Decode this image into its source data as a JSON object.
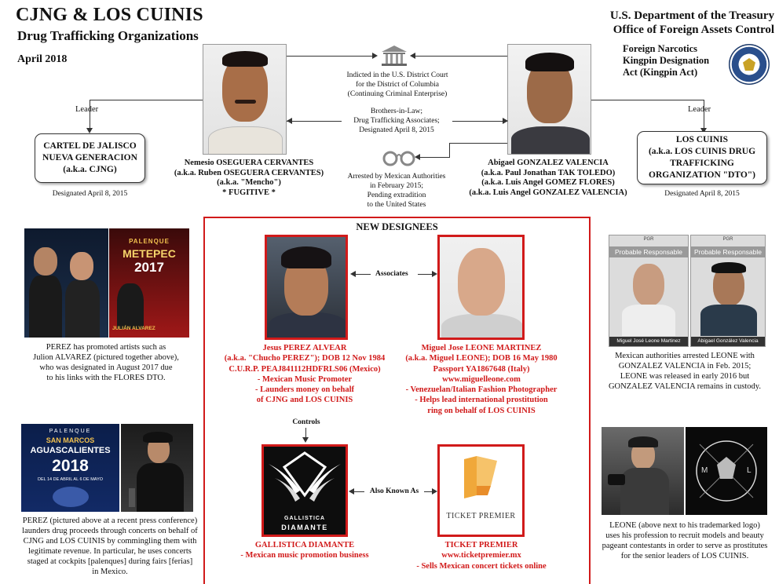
{
  "header": {
    "title": "CJNG & LOS CUINIS",
    "subtitle": "Drug Trafficking Organizations",
    "date": "April 2018",
    "agency_line1": "U.S. Department of the Treasury",
    "agency_line2": "Office of Foreign Assets Control",
    "act_lines": [
      "Foreign Narcotics",
      "Kingpin Designation",
      "Act (Kingpin Act)"
    ]
  },
  "org_left": {
    "relation": "Leader",
    "name_lines": [
      "CARTEL DE JALISCO",
      "NUEVA GENERACION",
      "(a.k.a. CJNG)"
    ],
    "designated": "Designated April 8, 2015"
  },
  "org_right": {
    "relation": "Leader",
    "name_lines": [
      "LOS CUINIS",
      "(a.k.a. LOS CUINIS DRUG",
      "TRAFFICKING",
      "ORGANIZATION \"DTO\")"
    ],
    "designated": "Designated April 8, 2015"
  },
  "person_left": {
    "name_lines": [
      "Nemesio OSEGUERA CERVANTES",
      "(a.k.a. Ruben OSEGUERA CERVANTES)",
      "(a.k.a. \"Mencho\")",
      "* FUGITIVE *"
    ]
  },
  "person_right": {
    "name_lines": [
      "Abigael GONZALEZ VALENCIA",
      "(a.k.a. Paul Jonathan TAK TOLEDO)",
      "(a.k.a. Luis Angel GOMEZ FLORES)",
      "(a.k.a. Luis Angel GONZALEZ VALENCIA)"
    ]
  },
  "center_notes": {
    "court": [
      "Indicted in the U.S. District Court",
      "for the District of Columbia",
      "(Continuing Criminal Enterprise)"
    ],
    "brothers": [
      "Brothers-in-Law;",
      "Drug Trafficking Associates;",
      "Designated April 8, 2015"
    ],
    "arrested": [
      "Arrested by Mexican Authorities",
      "in February 2015;",
      "Pending extradition",
      "to the United States"
    ]
  },
  "new_designees": {
    "heading": "NEW DESIGNEES",
    "associates_label": "Associates",
    "controls_label": "Controls",
    "aka_label": "Also Known As",
    "perez": {
      "lines": [
        "Jesus PEREZ ALVEAR",
        "(a.k.a. \"Chucho PEREZ\"); DOB 12 Nov 1984",
        "C.U.R.P. PEAJ841112HDFRLS06 (Mexico)",
        "- Mexican Music Promoter",
        "- Launders money on behalf",
        "of CJNG and LOS CUINIS"
      ]
    },
    "leone": {
      "lines": [
        "Miguel Jose LEONE MARTINEZ",
        "(a.k.a. Miguel LEONE); DOB 16 May 1980",
        "Passport YA1867648 (Italy)",
        "www.miguelleone.com",
        "- Venezuelan/Italian Fashion Photographer",
        "- Helps lead international prostitution",
        "ring on behalf of LOS CUINIS"
      ]
    },
    "gallistica": {
      "logo_text1": "GALLISTICA",
      "logo_text2": "DIAMANTE",
      "lines": [
        "GALLISTICA DIAMANTE",
        "- Mexican music promotion business"
      ]
    },
    "ticket": {
      "logo_text": "TICKET PREMIER",
      "lines": [
        "TICKET PREMIER",
        "www.ticketpremier.mx",
        "- Sells Mexican concert tickets online"
      ]
    }
  },
  "left_column": {
    "poster1": {
      "line1": "PALENQUE",
      "line2": "METEPEC",
      "line3": "2017",
      "name": "JULIÁN ALVAREZ"
    },
    "caption1": [
      "PEREZ has promoted artists such as",
      "Julion ALVAREZ (pictured together above),",
      "who was designated in August 2017 due",
      "to his links with the FLORES DTO."
    ],
    "poster2": {
      "line1": "PALENQUE",
      "line2": "SAN MARCOS",
      "line3": "AGUASCALIENTES",
      "line4": "2018",
      "line5": "DEL 14 DE ABRIL AL 6 DE MAYO"
    },
    "caption2": [
      "PEREZ (pictured above at a recent press conference)",
      "launders drug proceeds through concerts on behalf of",
      "CJNG and LOS CUINIS by commingling them with",
      "legitimate revenue.  In particular, he uses concerts",
      "staged at cockpits [palenques] during fairs [ferias]",
      "in Mexico."
    ]
  },
  "right_column": {
    "pgr_label": "PGR",
    "probable": "Probable Responsable",
    "mug1_name": "Miguel José Leone Martinez",
    "mug2_name": "Abigael González Valencia",
    "caption1": [
      "Mexican authorities arrested LEONE with",
      "GONZALEZ VALENCIA in Feb. 2015;",
      "LEONE was released in early 2016 but",
      "GONZALEZ VALENCIA remains in custody."
    ],
    "logo_letters": [
      "M",
      "L"
    ],
    "caption2": [
      "LEONE (above next to his trademarked logo)",
      "uses his profession to recruit models and beauty",
      "pageant contestants in order to serve as prostitutes",
      "for the senior leaders of LOS CUINIS."
    ]
  },
  "colors": {
    "red": "#d11a1a",
    "navy": "#1d3a6a"
  }
}
